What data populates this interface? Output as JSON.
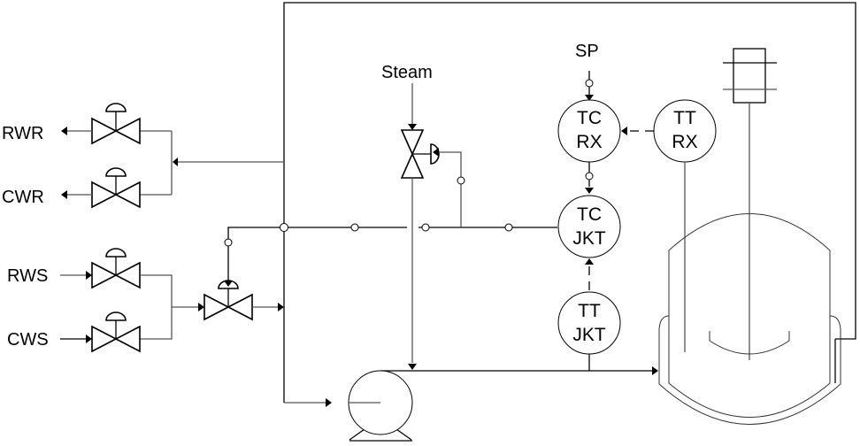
{
  "diagram": {
    "type": "P&ID - jacketed reactor temperature cascade control",
    "streams": {
      "rwr": "RWR",
      "cwr": "CWR",
      "rws": "RWS",
      "cws": "CWS",
      "steam": "Steam",
      "setpoint": "SP"
    },
    "instruments": [
      {
        "id": "tc-rx",
        "line1": "TC",
        "line2": "RX",
        "role": "Reactor temperature controller (master)"
      },
      {
        "id": "tt-rx",
        "line1": "TT",
        "line2": "RX",
        "role": "Reactor temperature transmitter"
      },
      {
        "id": "tc-jkt",
        "line1": "TC",
        "line2": "JKT",
        "role": "Jacket temperature controller (slave)"
      },
      {
        "id": "tt-jkt",
        "line1": "TT",
        "line2": "JKT",
        "role": "Jacket temperature transmitter"
      }
    ],
    "equipment": [
      "rwr-valve",
      "cwr-valve",
      "rws-valve",
      "cws-valve",
      "coolant-control-valve",
      "steam-control-valve",
      "circulation-pump",
      "jacketed-reactor",
      "agitator-motor"
    ]
  }
}
